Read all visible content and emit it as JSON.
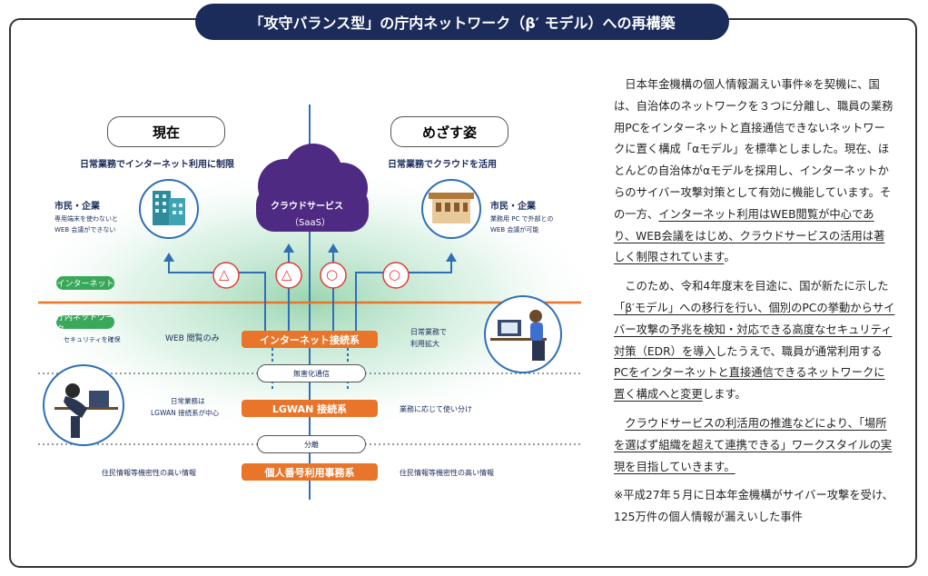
{
  "title": "「攻守バランス型」の庁内ネットワーク（β′ モデル）への再構築",
  "diagram": {
    "current_label": "現在",
    "current_sub": "日常業務でインターネット利用に制限",
    "goal_label": "めざす姿",
    "goal_sub": "日常業務でクラウドを活用",
    "cloud_title": "クラウドサービス",
    "cloud_sub": "（SaaS）",
    "citizens_left_title": "市民・企業",
    "citizens_left_line1": "専用端末を使わないと",
    "citizens_left_line2": "WEB 会議ができない",
    "citizens_right_title": "市民・企業",
    "citizens_right_line1": "業務用 PC で外部との",
    "citizens_right_line2": "WEB 会議が可能",
    "tag_internet": "インターネット",
    "tag_lan": "庁内ネットワーク",
    "security_note": "セキュリティを確保",
    "web_only": "WEB 閲覧のみ",
    "internet_system": "インターネット接続系",
    "daily_expand_1": "日常業務で",
    "daily_expand_2": "利用拡大",
    "isolation": "無害化通信",
    "lgwan_note_1": "日常業務は",
    "lgwan_note_2": "LGWAN 接続系が中心",
    "lgwan_system": "LGWAN 接続系",
    "lgwan_right": "業務に応じて使い分け",
    "separation": "分離",
    "left_bottom": "住民情報等機密性の高い情報",
    "mynumber_system": "個人番号利用事務系",
    "right_bottom": "住民情報等機密性の高い情報",
    "marks": [
      "△",
      "△",
      "○",
      "○"
    ]
  },
  "text": {
    "p1a": "日本年金機構の個人情報漏えい事件※を契機に、国は、自治体のネットワークを３つに分離し、職員の業務用PCをインターネットと直接通信できないネットワークに置く構成「αモデル」を標準としました。現在、ほとんどの自治体がαモデルを採用し、インターネットからのサイバー攻撃対策として有効に機能しています。その一方、",
    "p1u": "インターネット利用はWEB閲覧が中心であり、WEB会議をはじめ、クラウドサービスの活用は著しく制限されています",
    "p1b": "。",
    "p2a": "このため、令和4年度末を目途に、国が新たに示した",
    "p2u1": "「β′モデル」への移行を行い、個別のPCの挙動からサイバー攻撃の予兆を検知・対応できる高度なセキュリティ対策（EDR）を導入",
    "p2b": "したうえで、職員が通常利用する",
    "p2u2": "PCをインターネットと直接通信できるネットワークに置く構成へと変更",
    "p2c": "します。",
    "p3u": "クラウドサービスの利活用の推進などにより、「場所を選ばず組織を超えて連携できる」ワークスタイルの実現を目指していきます。",
    "note": "※平成27年５月に日本年金機構がサイバー攻撃を受け、125万件の個人情報が漏えいした事件"
  },
  "colors": {
    "navy": "#1b2b5a",
    "orange": "#e8752a",
    "purple": "#4e2a82",
    "blue": "#2f6fb5",
    "green": "#3aa85a",
    "red": "#e23a3a"
  }
}
